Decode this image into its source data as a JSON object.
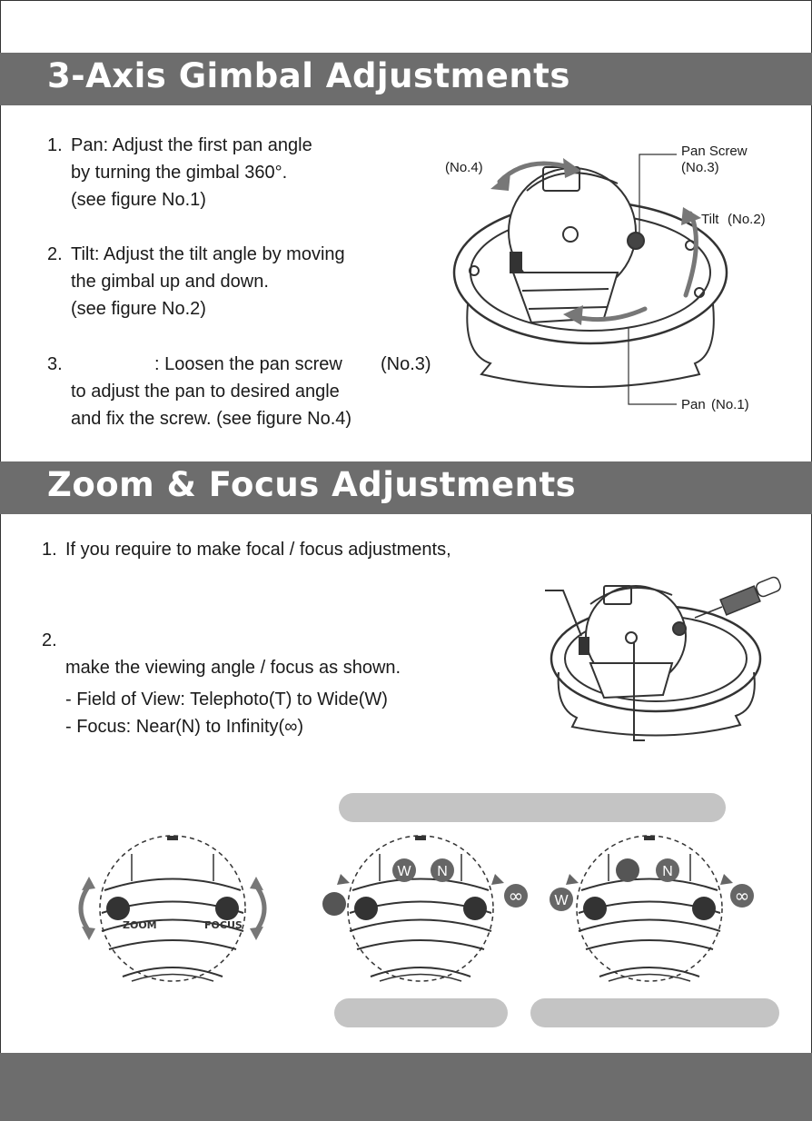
{
  "section1": {
    "title": "3-Axis Gimbal Adjustments",
    "steps": [
      {
        "num": "1.",
        "lines": [
          "Pan: Adjust the first pan angle",
          "by turning the gimbal 360°.",
          "(see figure No.1)"
        ]
      },
      {
        "num": "2.",
        "lines": [
          "Tilt: Adjust the tilt angle by moving",
          "the gimbal up and down.",
          "(see figure No.2)"
        ]
      },
      {
        "num": "3.",
        "line_suffix": ": Loosen the pan screw",
        "ref": "(No.3)",
        "lines": [
          "to adjust the pan to desired angle",
          "and fix the screw. (see figure No.4)"
        ]
      }
    ],
    "figure_labels": {
      "no4": "(No.4)",
      "pan_screw": "Pan Screw",
      "pan_screw_ref": "(No.3)",
      "tilt": "Tilt",
      "tilt_ref": "(No.2)",
      "pan": "Pan",
      "pan_ref": "(No.1)"
    }
  },
  "section2": {
    "title": "Zoom & Focus Adjustments",
    "step1": {
      "num": "1.",
      "text": "If you require to make focal / focus adjustments,"
    },
    "step2": {
      "num": "2.",
      "lines": [
        "make the viewing angle / focus as shown.",
        "- Field of View: Telephoto(T) to Wide(W)",
        "- Focus: Near(N) to Infinity(∞)"
      ]
    },
    "diagram_labels": {
      "ring_zoom": "ZOOM",
      "ring_focus": "FOCUS",
      "wide": "W",
      "near": "N",
      "infinity": "∞"
    }
  },
  "colors": {
    "banner": "#6d6d6d",
    "pill": "#c4c4c4",
    "dark": "#555555"
  }
}
